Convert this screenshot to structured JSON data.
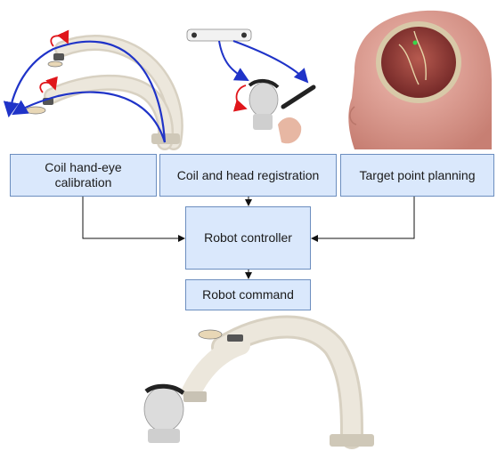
{
  "boxes": {
    "calibration": "Coil hand-eye calibration",
    "registration": "Coil and head registration",
    "planning": "Target point planning",
    "controller": "Robot controller",
    "command": "Robot command"
  },
  "colors": {
    "box_fill": "#dae8fc",
    "box_border": "#6c8ebf",
    "arrow_blue": "#1f33c8",
    "arrow_red": "#e0161b",
    "robot_body": "#e9e3d6",
    "head_skin": "#e3a59b",
    "brain": "#9b3b3b",
    "camera_bar": "#f2f2f2"
  },
  "images": {
    "calibration": "robot-arm-calibration-illustration",
    "registration": "tracking-camera-head-registration-illustration",
    "planning": "head-brain-target-illustration",
    "result": "robot-arm-positioning-coil-on-head-illustration"
  }
}
